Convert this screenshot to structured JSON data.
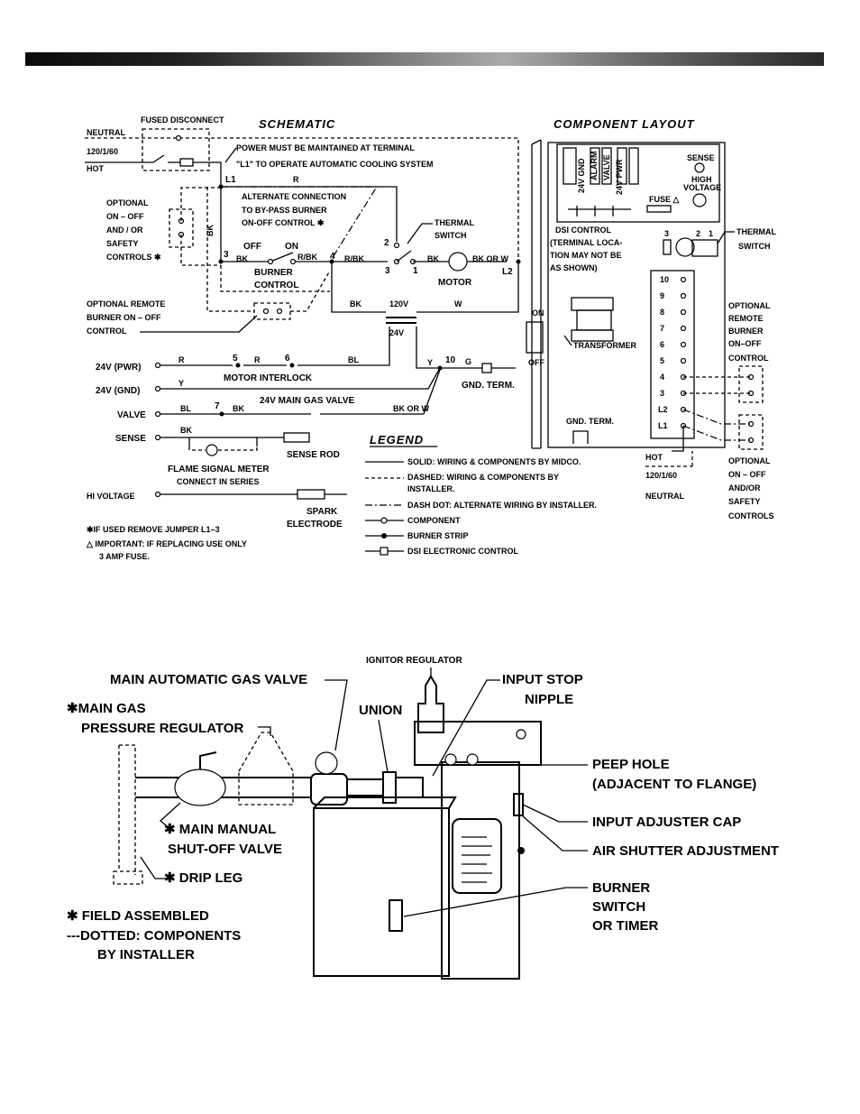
{
  "schematic": {
    "title": "SCHEMATIC",
    "fused_disconnect": "FUSED DISCONNECT",
    "neutral": "NEUTRAL",
    "supply": "120/1/60",
    "hot": "HOT",
    "power_note_1": "POWER MUST BE MAINTAINED AT TERMINAL",
    "power_note_2": "\"L1\" TO OPERATE AUTOMATIC COOLING SYSTEM",
    "l1": "L1",
    "r": "R",
    "alt_1": "ALTERNATE CONNECTION",
    "alt_2": "TO BY-PASS BURNER",
    "alt_3": "ON-OFF CONTROL ✱",
    "optional_1": "OPTIONAL",
    "optional_2": "ON – OFF",
    "optional_3": "AND / OR",
    "optional_4": "SAFETY",
    "optional_5": "CONTROLS ✱",
    "bk": "BK",
    "off": "OFF",
    "on": "ON",
    "rbk": "R/BK",
    "t3": "3",
    "t4": "4",
    "t2": "2",
    "t1": "1",
    "burner_1": "BURNER",
    "burner_2": "CONTROL",
    "thermal_1": "THERMAL",
    "thermal_2": "SWITCH",
    "bk_or_w": "BK OR W",
    "l2": "L2",
    "motor": "MOTOR",
    "remote_1": "OPTIONAL REMOTE",
    "remote_2": "BURNER ON – OFF",
    "remote_3": "CONTROL",
    "v120": "120V",
    "v24": "24V",
    "w": "W",
    "pwr": "24V (PWR)",
    "t5": "5",
    "t6": "6",
    "bl": "BL",
    "motor_interlock": "MOTOR INTERLOCK",
    "gnd": "24V (GND)",
    "y": "Y",
    "t10": "10",
    "g": "G",
    "gnd_term": "GND. TERM.",
    "valve": "VALVE",
    "t7": "7",
    "main_gas_valve": "24V MAIN GAS VALVE",
    "sense": "SENSE",
    "sense_rod": "SENSE ROD",
    "flame_1": "FLAME SIGNAL METER",
    "flame_2": "CONNECT IN SERIES",
    "hi_voltage": "HI VOLTAGE",
    "spark_1": "SPARK",
    "spark_2": "ELECTRODE",
    "note_1": "✱IF USED REMOVE JUMPER L1–3",
    "note_2": "△ IMPORTANT: IF REPLACING USE ONLY",
    "note_3": "3 AMP FUSE."
  },
  "legend": {
    "title": "LEGEND",
    "items": [
      "SOLID: WIRING & COMPONENTS BY MIDCO.",
      "DASHED: WIRING & COMPONENTS BY",
      "INSTALLER.",
      "DASH DOT: ALTERNATE WIRING BY INSTALLER.",
      "COMPONENT",
      "BURNER STRIP",
      "DSI ELECTRONIC CONTROL"
    ]
  },
  "component_layout": {
    "title": "COMPONENT LAYOUT",
    "dsi_1": "DSI CONTROL",
    "dsi_2": "(TERMINAL LOCA-",
    "dsi_3": "TION MAY NOT BE",
    "dsi_4": "AS SHOWN)",
    "sense": "SENSE",
    "high_1": "HIGH",
    "high_2": "VOLTAGE",
    "fuse": "FUSE △",
    "small_labels": [
      "24V GND",
      "ALARM",
      "VALVE",
      "24V PWR"
    ],
    "terminals": [
      "10",
      "9",
      "8",
      "7",
      "6",
      "5",
      "4",
      "3",
      "L2",
      "L1"
    ],
    "on": "ON",
    "off": "OFF",
    "transformer": "TRANSFORMER",
    "gnd_term": "GND. TERM.",
    "thermal_1": "THERMAL",
    "thermal_2": "SWITCH",
    "ts3": "3",
    "ts2": "2",
    "ts1": "1",
    "remote_1": "OPTIONAL",
    "remote_2": "REMOTE",
    "remote_3": "BURNER",
    "remote_4": "ON–OFF",
    "remote_5": "CONTROL",
    "hot": "HOT",
    "supply": "120/1/60",
    "neutral": "NEUTRAL",
    "optional_1": "OPTIONAL",
    "optional_2": "ON – OFF",
    "optional_3": "AND/OR",
    "optional_4": "SAFETY",
    "optional_5": "CONTROLS"
  },
  "burner_drawing": {
    "ignitor_regulator": "IGNITOR REGULATOR",
    "main_valve": "MAIN AUTOMATIC GAS VALVE",
    "input_stop_1": "INPUT STOP",
    "input_stop_2": "NIPPLE",
    "main_gas_1": "✱MAIN  GAS",
    "main_gas_2": "PRESSURE REGULATOR",
    "union": "UNION",
    "peep_1": "PEEP HOLE",
    "peep_2": "(ADJACENT TO FLANGE)",
    "manual_1": "✱ MAIN MANUAL",
    "manual_2": "SHUT-OFF VALVE",
    "input_adjuster": "INPUT ADJUSTER CAP",
    "air_shutter": "AIR SHUTTER ADJUSTMENT",
    "drip_leg": "✱ DRIP LEG",
    "burner_switch_1": "BURNER",
    "burner_switch_2": "SWITCH",
    "burner_switch_3": "OR TIMER",
    "field_assembled": "✱ FIELD ASSEMBLED",
    "dotted_1": "---DOTTED: COMPONENTS",
    "dotted_2": "BY INSTALLER"
  }
}
